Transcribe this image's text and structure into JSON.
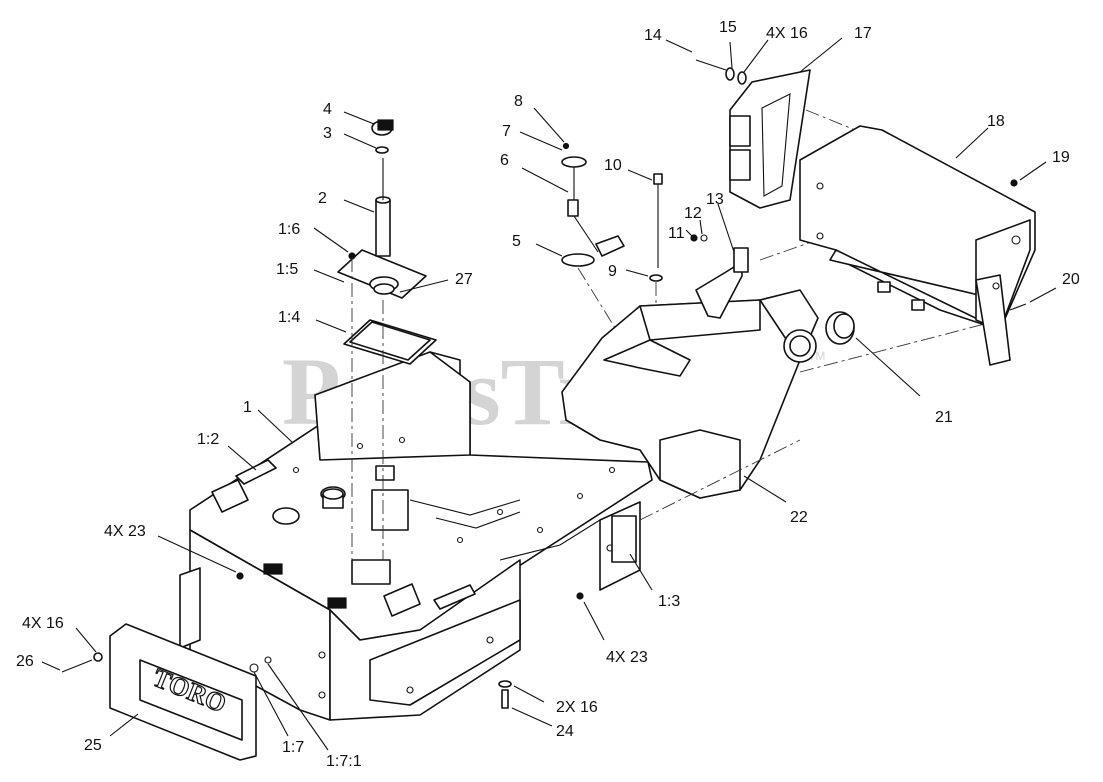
{
  "watermark": {
    "text": "PartsTree",
    "tm": "TM"
  },
  "logo": {
    "text": "TORO"
  },
  "colors": {
    "line": "#111111",
    "background": "#ffffff",
    "watermark": "#d4d4d4"
  },
  "callouts": {
    "c4": "4",
    "c3": "3",
    "c2": "2",
    "c1_6": "1:6",
    "c1_5": "1:5",
    "c27": "27",
    "c1_4": "1:4",
    "c1": "1",
    "c1_2": "1:2",
    "c8": "8",
    "c7": "7",
    "c6": "6",
    "c5": "5",
    "c10": "10",
    "c9": "9",
    "c11": "11",
    "c12": "12",
    "c13": "13",
    "c14": "14",
    "c15": "15",
    "c4x16_top": "4X 16",
    "c17": "17",
    "c18": "18",
    "c19": "19",
    "c20": "20",
    "c21": "21",
    "c22": "22",
    "c4x23_left": "4X 23",
    "c1_3": "1:3",
    "c4x23_right": "4X 23",
    "c4x16_left": "4X 16",
    "c26": "26",
    "c25": "25",
    "c1_7": "1:7",
    "c1_7_1": "1:7:1",
    "c2x16": "2X 16",
    "c24": "24"
  }
}
